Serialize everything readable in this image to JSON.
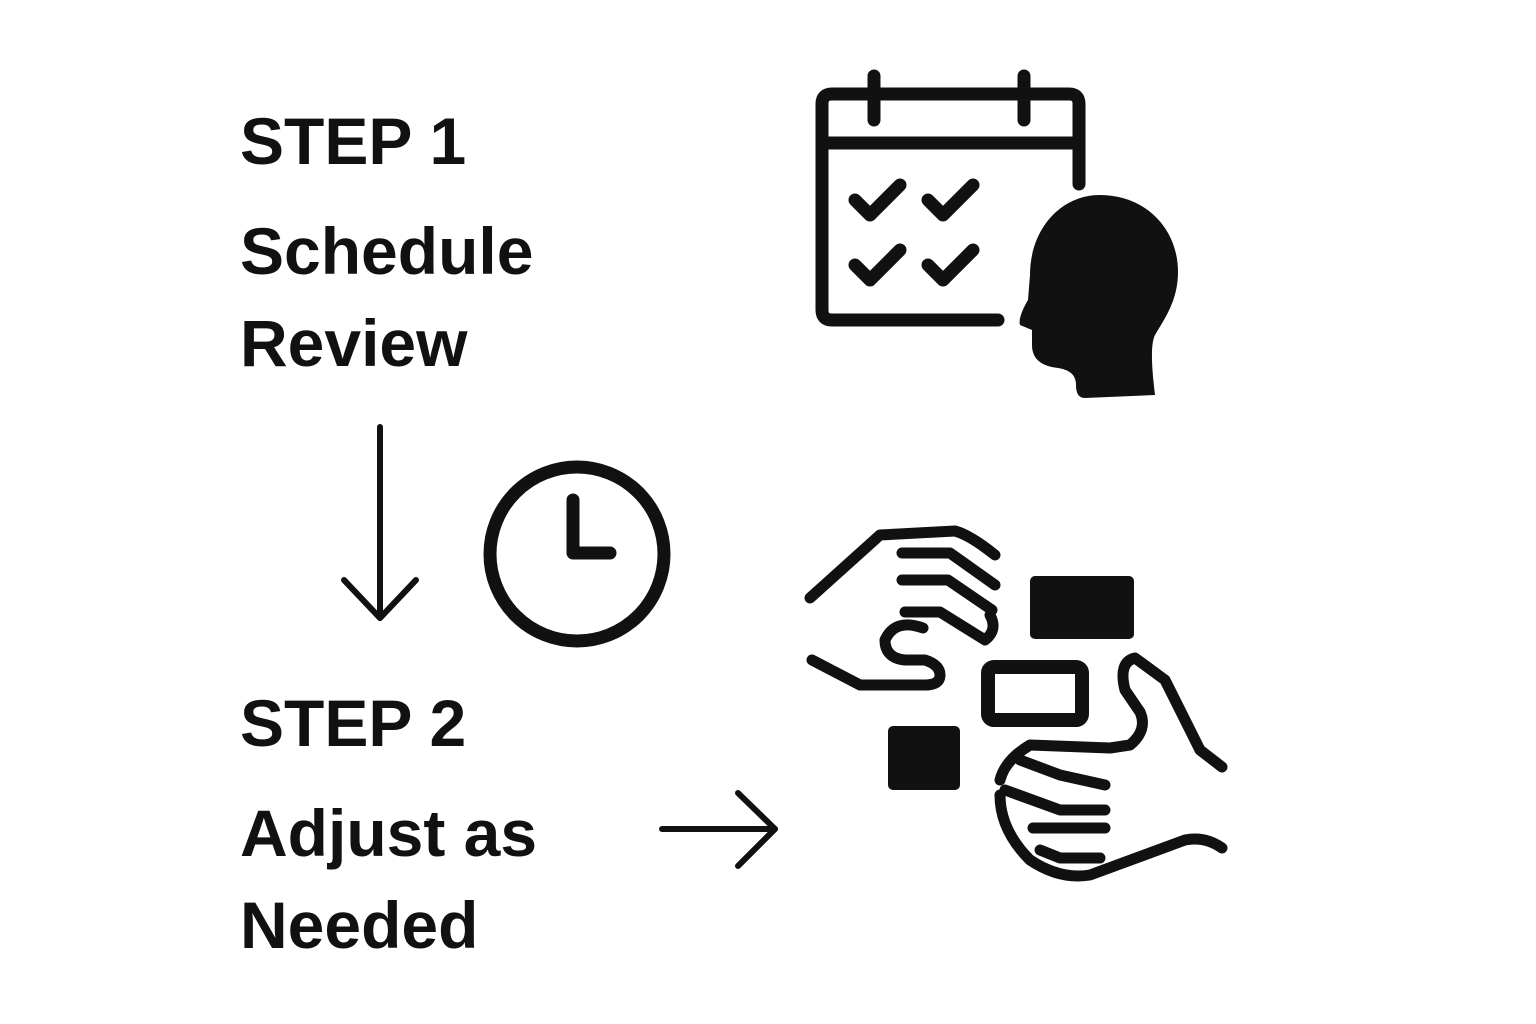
{
  "step1": {
    "label": "STEP 1",
    "title_line1": "Schedule",
    "title_line2": "Review"
  },
  "step2": {
    "label": "STEP 2",
    "title_line1": "Adjust as",
    "title_line2": "Needed"
  },
  "icons": [
    "calendar-check-icon",
    "head-icon",
    "arrow-down-icon",
    "clock-icon",
    "arrow-right-icon",
    "hands-arranging-blocks-icon"
  ],
  "colors": {
    "ink": "#111111",
    "background": "#ffffff"
  }
}
